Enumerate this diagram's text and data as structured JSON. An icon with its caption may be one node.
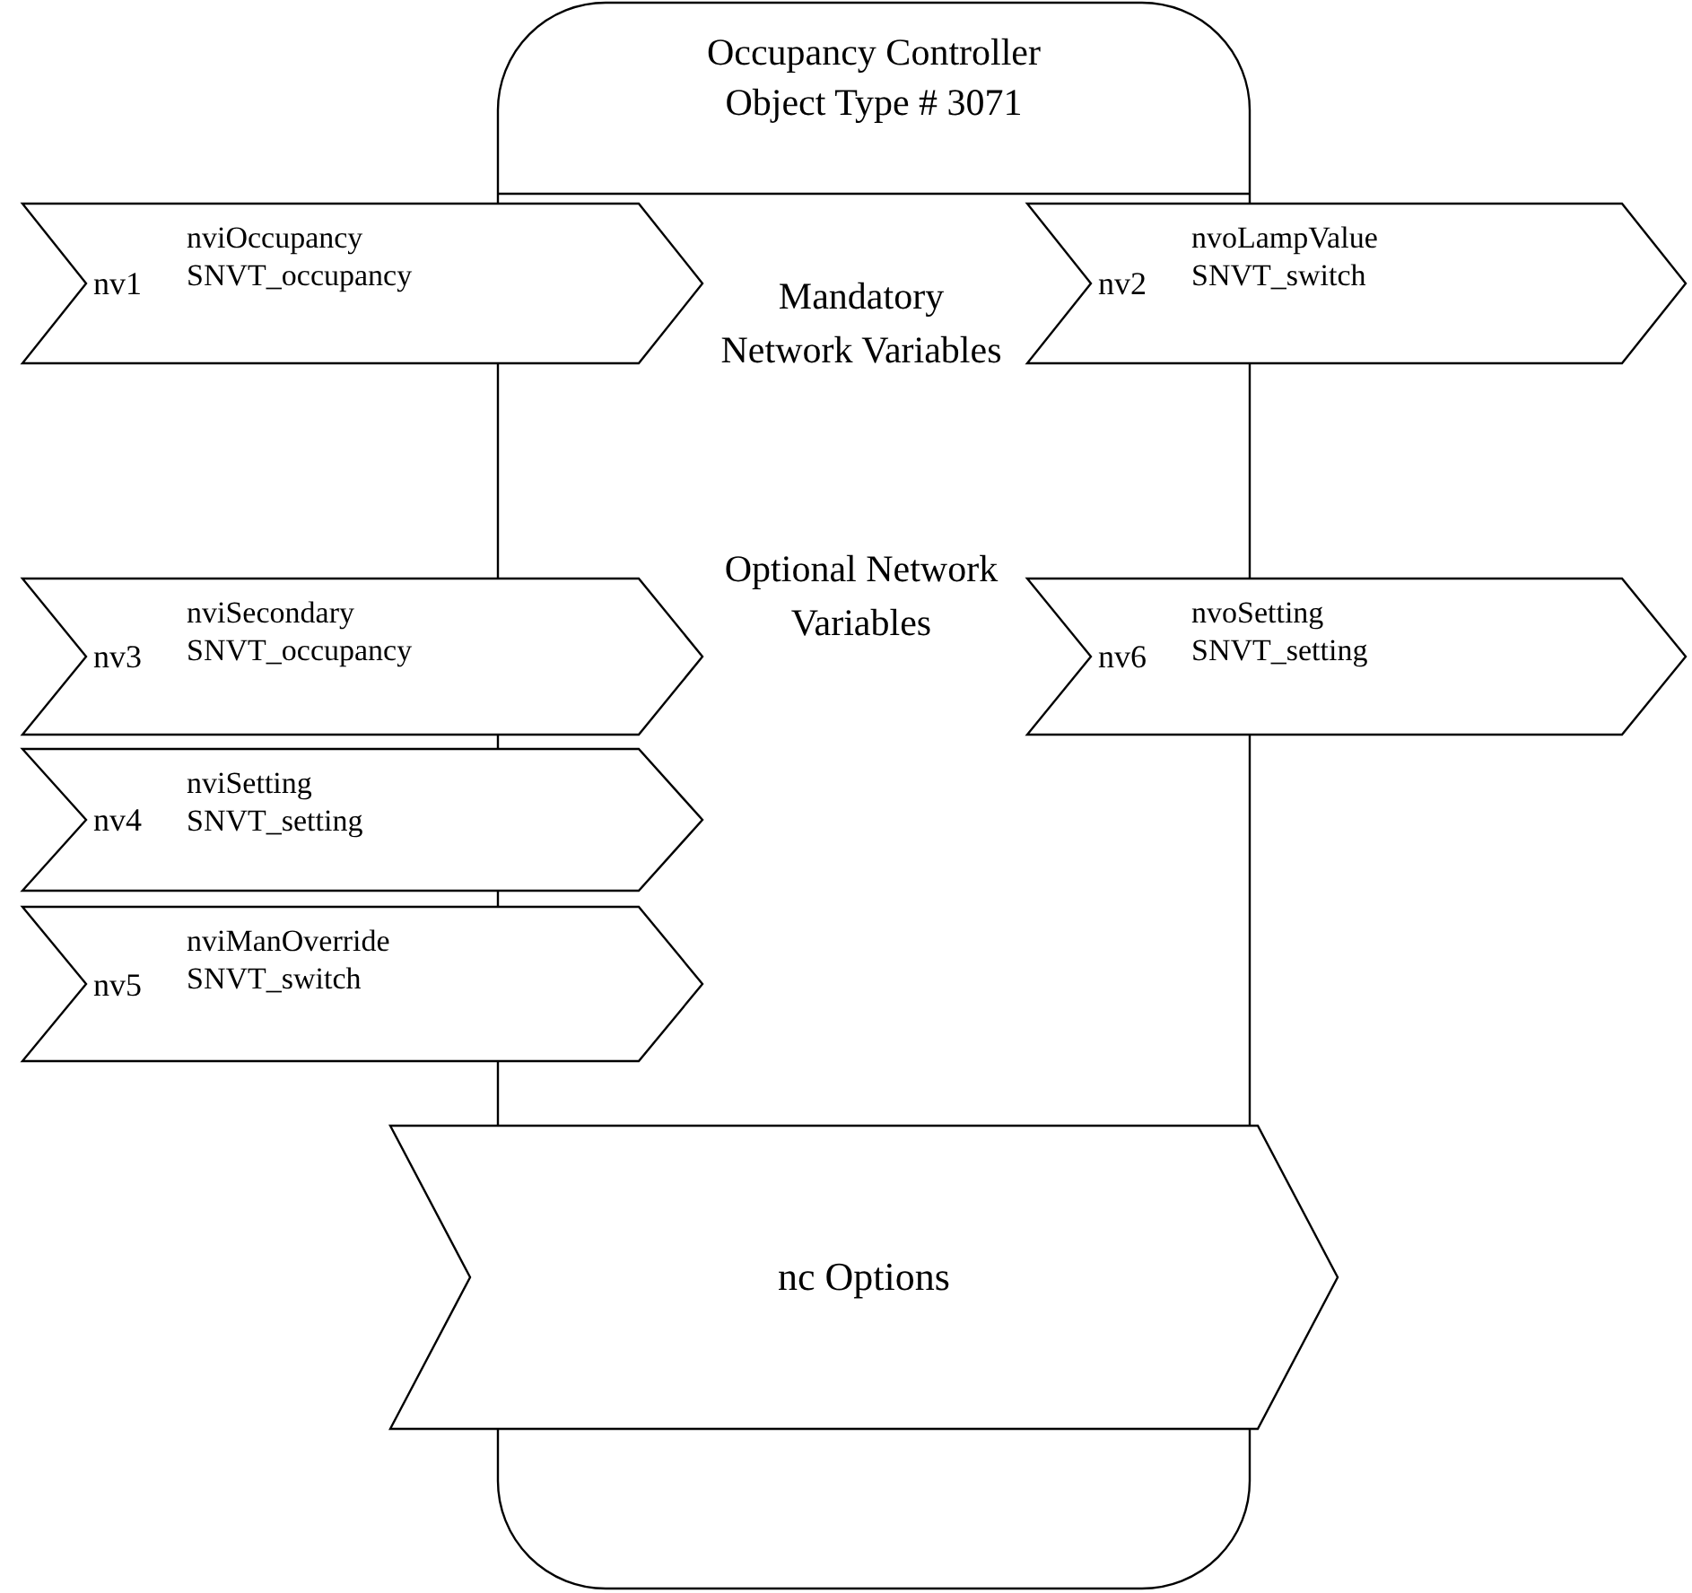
{
  "diagram": {
    "nodes": [
      {
        "text": [
          "Occupancy Controller Object Type # 3071"
        ]
      },
      {
        "text": [
          "nv1",
          "nviOccupancy SNVT_occupancy"
        ]
      },
      {
        "text": [
          "nv2",
          "nvoLampValue SNVT_switch"
        ]
      },
      {
        "text": [
          "nv3",
          "nviSecondary SNVT_occupancy"
        ]
      },
      {
        "text": [
          "nv6",
          "nvoSetting SNVT_setting"
        ]
      },
      {
        "text": [
          "nv4",
          "nviSetting SNVT_setting"
        ]
      },
      {
        "text": [
          "nv5",
          "nviManOverride SNVT_switch"
        ]
      },
      {
        "text": [
          "nc Options"
        ]
      }
    ],
    "labels": [
      "Mandatory Network Variables",
      "Optional Network Variables"
    ]
  }
}
